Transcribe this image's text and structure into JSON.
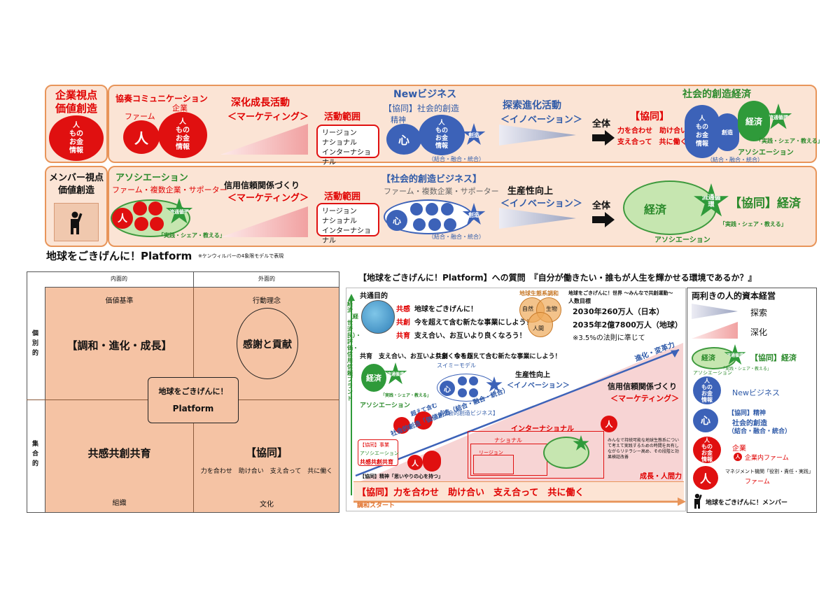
{
  "top": {
    "corp_title1": "企業視点",
    "corp_title2": "価値創造",
    "corp_circle": [
      "人",
      "もの",
      "お金",
      "情報"
    ],
    "kyoso_title": "協奏コミュニケーション",
    "kigyo": "企業",
    "farm": "ファーム",
    "person": "人",
    "mono4": [
      "人",
      "もの",
      "お金",
      "情報"
    ],
    "shinka_title": "深化成長活動",
    "marketing": "＜マーケティング＞",
    "katsudo": "活動範囲",
    "range_items": [
      "リージョン",
      "ナショナル",
      "インターナショナル"
    ],
    "newbiz": "Newビジネス",
    "kyodo_spirit": "【協同】社会的創造",
    "seishin": "精神",
    "kokoro": "心",
    "souzo": "創造",
    "ketsugo": "（結合・融合・統合）",
    "tansaku_title": "探索進化活動",
    "innovation": "＜イノベーション＞",
    "zentai": "全体",
    "kyodo": "【協同】",
    "kyodo_l1": "力を合わせ　助け合い",
    "kyodo_l2": "支え合って　共に働く",
    "social_econ": "社会的創造経済",
    "keizai": "経済",
    "ryutsu": "流通循環",
    "jissen": "「実践・シェア・教える」",
    "association": "アソシエーション"
  },
  "bottom": {
    "member_title1": "メンバー視点",
    "member_title2": "価値創造",
    "association": "アソシエーション",
    "farm_line": "ファーム・複数企業・サポーター",
    "shinrai": "信用信頼関係づくり",
    "marketing": "＜マーケティング＞",
    "katsudo": "活動範囲",
    "range_items": [
      "リージョン",
      "ナショナル",
      "インターナショナル"
    ],
    "social_biz": "【社会的創造ビジネス】",
    "farm_line2": "ファーム・複数企業・サポーター",
    "kokoro": "心",
    "souzo": "創造",
    "ketsugo": "（結合・融合・統合）",
    "productivity": "生産性向上",
    "innovation": "＜イノベーション＞",
    "zentai": "全体",
    "keizai": "経済",
    "ryutsu": "流通循環",
    "kyodo_keizai": "【協同】経済",
    "jissen": "「実践・シェア・教える」",
    "association2": "アソシエーション",
    "person": "人"
  },
  "platform_title": "地球をごきげんに！Platform",
  "platform_note": "※ケンウィルバーの4象限モデルで表現",
  "quad": {
    "col_inner": "内面的",
    "col_outer": "外面的",
    "row_individual": "個別的",
    "row_collective": "集合的",
    "q1_head": "価値基準",
    "q1_text": "【調和・進化・成長】",
    "q2_head": "行動理念",
    "q2_text": "感謝と貢献",
    "q3_text": "共感共創共育",
    "q3_foot": "組織",
    "q4_text": "【協同】",
    "q4_sub": "力を合わせ　助け合い　支え合って　共に働く",
    "q4_foot": "文化",
    "center_top": "地球をごきげんに！",
    "center_bottom": "Platform"
  },
  "question": "【地球をごきげんに！Platform】への質問　『自分が働きたい・誰もが人生を輝かせる環境であるか？』",
  "mid": {
    "common_purpose": "共通目的",
    "kyokan": "共感",
    "kyokan_t": "地球をごきげんに！",
    "kyoso": "共創",
    "kyoso_t": "今を超えて含む新たな事業にしよう！",
    "kyoiku": "共育",
    "kyoiku_t": "支え合い、お互いより良くなろう！",
    "eco_title": "地球生態系調和",
    "venn": [
      "自然",
      "生物",
      "人間"
    ],
    "world": "地球をごきげんに！世界 ～みんなで共創運動～",
    "pop_head": "人数目標",
    "pop1": "2030年260万人（日本）",
    "pop2": "2035年2億7800万人（地球）",
    "pop3": "※3.5%の法則に準じて",
    "axis_v": "経済（経世済民）・評価・信用信頼ブランド",
    "kyoiku2": "共育　支え合い、お互いより良くなろう！",
    "kyoso2": "共創　今を超えて含む新たな事業にしよう！",
    "swimmy": "スイミーモデル",
    "productivity": "生産性向上",
    "innovation": "＜イノベーション＞",
    "shinka": "進化・変革力",
    "shinrai": "信用信頼関係づくり",
    "marketing": "＜マーケティング＞",
    "keizai": "経済",
    "ryutsu": "流通循環",
    "jissen": "「実践・シェア・教える」",
    "association": "アソシエーション",
    "social_biz": "【社会的創造ビジネス】",
    "koete": "超えて含む",
    "diag": "社会的創造「価値創造（結合・融合・統合）",
    "international": "インターナショナル",
    "national": "ナショナル",
    "region": "リージョン",
    "kyodo_biz": "【協同】事業",
    "assoc_small": "アソシエーション",
    "kyokan_kyoiku": "共感共創共育",
    "seishin": "【協同】精神「思いやりの心を持つ」",
    "minna": "みんなで持続可能な地球生態系について考えて実践するための時間を共有しながらリテラシー高め、その段階と効果検証改善",
    "seicho": "成長・人間力",
    "kyodo_bottom": "【協同】力を合わせ　助け合い　支え合って　共に働く",
    "chowa_start": "調和スタート",
    "kokoro": "心",
    "person": "人"
  },
  "legend": {
    "title": "両利きの人的資本経営",
    "tansaku": "探索",
    "shinka": "深化",
    "keizai": "経済",
    "ryutsu": "流通循環",
    "kyodo_keizai": "【協同】経済",
    "jissen": "「実践・シェア・教える」",
    "association": "アソシエーション",
    "newbiz": "Newビジネス",
    "mono4": [
      "人",
      "もの",
      "お金",
      "情報"
    ],
    "kokoro": "心",
    "kyodo_spirit": "【協同】精神",
    "social_souzo": "社会的創造",
    "ketsugo": "（結合・融合・統合）",
    "kigyo": "企業",
    "kigyo_farm": "企業内ファーム",
    "manage": "マネジメント機関「役割・責任・実践」",
    "farm": "ファーム",
    "person": "人",
    "member": "地球をごきげんに！メンバー"
  }
}
